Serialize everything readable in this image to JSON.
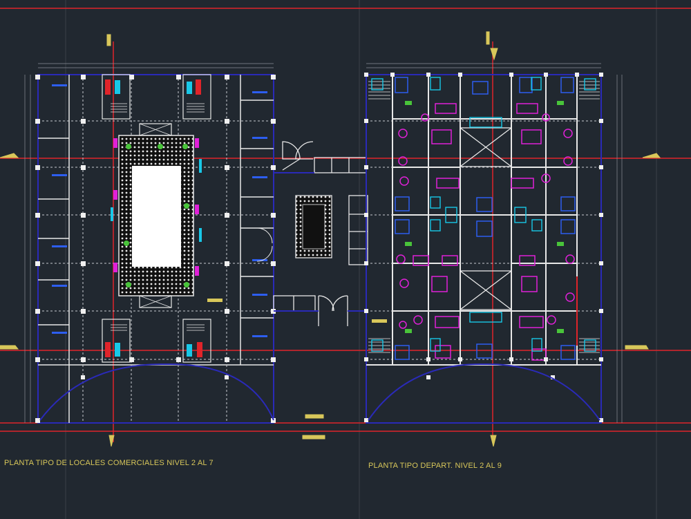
{
  "drawing": {
    "background_color": "#212830",
    "colors": {
      "axis_line": "#e0242a",
      "wall": "#e8e8e8",
      "boundary": "#2a2ab8",
      "furniture_magenta": "#e020d8",
      "fixture_cyan": "#18c8e8",
      "plant_green": "#49c43a",
      "dimension_line": "#8a8f98",
      "title_text": "#d8c75a",
      "marker_yellow": "#d8c75a"
    },
    "plans": [
      {
        "id": "commercial",
        "title": "PLANTA TIPO DE LOCALES  COMERCIALES NIVEL 2 AL 7"
      },
      {
        "id": "apartments",
        "title": "PLANTA TIPO DEPART.  NIVEL 2 AL 9"
      }
    ]
  }
}
